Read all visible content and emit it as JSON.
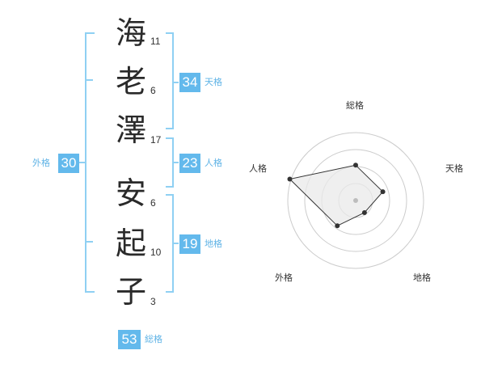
{
  "name": {
    "surname": [
      {
        "char": "海",
        "strokes": "11"
      },
      {
        "char": "老",
        "strokes": "6"
      },
      {
        "char": "澤",
        "strokes": "17"
      }
    ],
    "given": [
      {
        "char": "安",
        "strokes": "6"
      },
      {
        "char": "起",
        "strokes": "10"
      },
      {
        "char": "子",
        "strokes": "3"
      }
    ]
  },
  "scores": {
    "tenkaku": {
      "label": "天格",
      "value": "34"
    },
    "jinkaku": {
      "label": "人格",
      "value": "23"
    },
    "chikaku": {
      "label": "地格",
      "value": "19"
    },
    "gaikaku": {
      "label": "外格",
      "value": "30"
    },
    "soukaku": {
      "label": "総格",
      "value": "53"
    }
  },
  "radar": {
    "labels": {
      "top": "総格",
      "right": "天格",
      "lower_right": "地格",
      "lower_left": "外格",
      "left": "人格"
    },
    "levels": 4,
    "values": {
      "soukaku": 0.52,
      "tenkaku": 0.42,
      "chikaku": 0.22,
      "gaikaku": 0.46,
      "jinkaku": 1.02
    },
    "colors": {
      "ring": "#cccccc",
      "fill": "#e9e9e9",
      "line": "#333333",
      "point": "#333333",
      "center": "#bdbdbd"
    }
  },
  "colors": {
    "accent": "#63b9ec",
    "bracket": "#8fd0f3"
  }
}
